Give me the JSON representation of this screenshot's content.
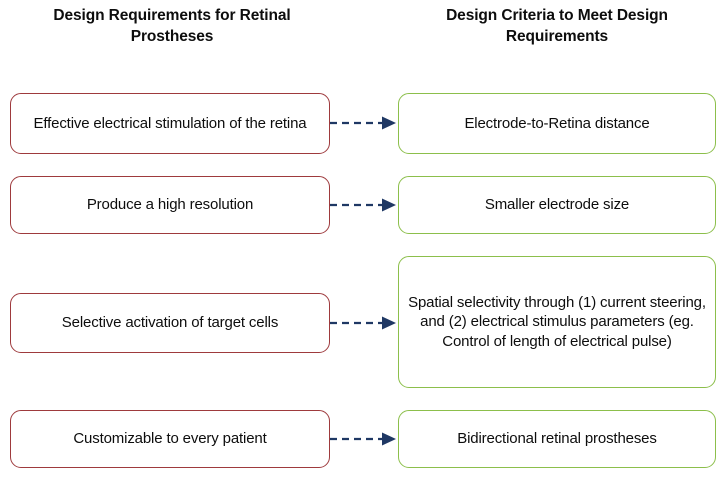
{
  "headers": {
    "left": "Design Requirements for Retinal Prostheses",
    "right": "Design Criteria to Meet Design Requirements"
  },
  "colors": {
    "requirement_border": "#9e3a3d",
    "criteria_border": "#8cbf4b",
    "arrow": "#1f3864",
    "text": "#0d0d0d",
    "background": "#ffffff"
  },
  "rows": [
    {
      "requirement": "Effective electrical stimulation of the retina",
      "criterion": "Electrode-to-Retina distance",
      "arrow": "dashed-arrow-right"
    },
    {
      "requirement": "Produce a high resolution",
      "criterion": "Smaller electrode size",
      "arrow": "dashed-arrow-right"
    },
    {
      "requirement": "Selective activation of target cells",
      "criterion": "Spatial selectivity through (1) current steering, and (2) electrical stimulus parameters (eg. Control of length of electrical pulse)",
      "arrow": "dashed-arrow-right"
    },
    {
      "requirement": "Customizable to every patient",
      "criterion": "Bidirectional retinal prostheses",
      "arrow": "dashed-arrow-right"
    }
  ]
}
